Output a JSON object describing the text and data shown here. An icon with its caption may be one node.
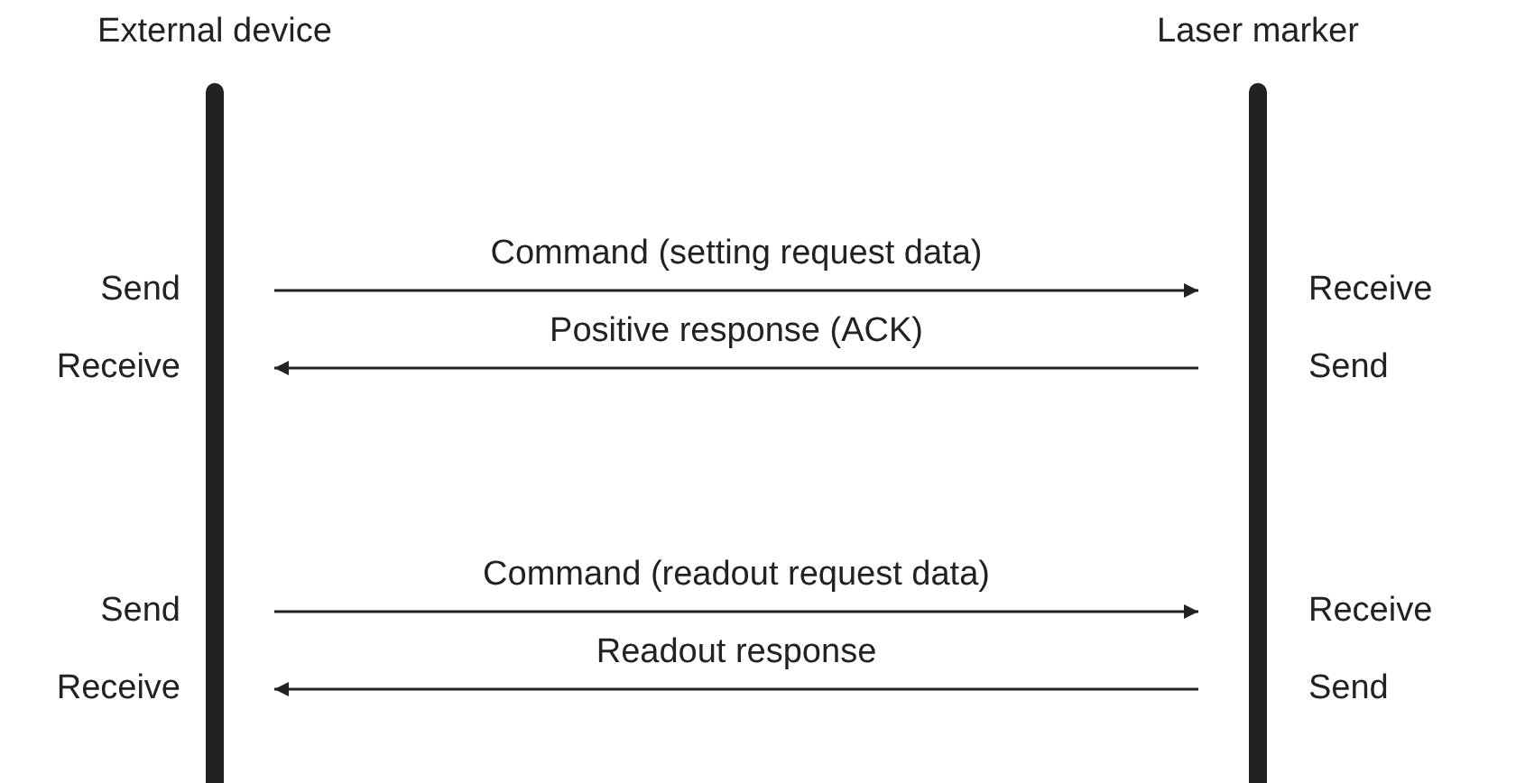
{
  "diagram": {
    "nodes": [
      {
        "text": [
          "External device"
        ]
      },
      {
        "text": [
          "Laser marker"
        ]
      }
    ],
    "edges": [
      {
        "from": 0,
        "to": 1,
        "arrow": "to",
        "label": "Command (setting request data)"
      },
      {
        "from": 1,
        "to": 0,
        "arrow": "to",
        "label": "Positive response (ACK)"
      },
      {
        "from": 0,
        "to": 1,
        "arrow": "to",
        "label": "Command (readout request data)"
      },
      {
        "from": 1,
        "to": 0,
        "arrow": "to",
        "label": "Readout response"
      }
    ],
    "labels": [
      "Send",
      "Receive",
      "Receive",
      "Send",
      "Send",
      "Receive",
      "Receive",
      "Send"
    ]
  }
}
